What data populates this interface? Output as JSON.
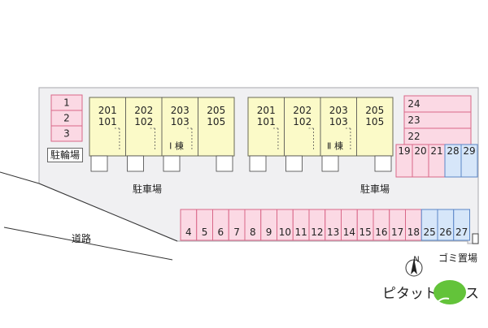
{
  "colors": {
    "lot_fill": "#f0f0f2",
    "lot_stroke": "#b6b6bb",
    "building_fill": "#fbfac8",
    "building_stroke": "#6a6a55",
    "building_line": "#444444",
    "pink_fill": "#fbd9e4",
    "pink_stroke": "#d96788",
    "blue_fill": "#d6e6f9",
    "blue_stroke": "#5b86c7",
    "road_line": "#333333",
    "logo_text": "#1c1c1c",
    "logo_green": "#63c33a"
  },
  "buildings": [
    {
      "name": "I 棟",
      "units": [
        {
          "upper": "201",
          "lower": "101"
        },
        {
          "upper": "202",
          "lower": "102"
        },
        {
          "upper": "203",
          "lower": "103"
        },
        {
          "upper": "205",
          "lower": "105"
        }
      ]
    },
    {
      "name": "Ⅱ 棟",
      "units": [
        {
          "upper": "201",
          "lower": "101"
        },
        {
          "upper": "202",
          "lower": "102"
        },
        {
          "upper": "203",
          "lower": "103"
        },
        {
          "upper": "205",
          "lower": "105"
        }
      ]
    }
  ],
  "bicycle_slots": [
    "1",
    "2",
    "3"
  ],
  "bicycle_label": "駐輪場",
  "parking_label_left": "駐車場",
  "parking_label_right": "駐車場",
  "parking_right_top": [
    "24",
    "23",
    "22"
  ],
  "parking_right_col": [
    {
      "num": "19",
      "color": "pink"
    },
    {
      "num": "20",
      "color": "pink"
    },
    {
      "num": "21",
      "color": "pink"
    },
    {
      "num": "28",
      "color": "blue"
    },
    {
      "num": "29",
      "color": "blue"
    }
  ],
  "parking_bottom_row": [
    {
      "num": "4",
      "color": "pink"
    },
    {
      "num": "5",
      "color": "pink"
    },
    {
      "num": "6",
      "color": "pink"
    },
    {
      "num": "7",
      "color": "pink"
    },
    {
      "num": "8",
      "color": "pink"
    },
    {
      "num": "9",
      "color": "pink"
    },
    {
      "num": "10",
      "color": "pink"
    },
    {
      "num": "11",
      "color": "pink"
    },
    {
      "num": "12",
      "color": "pink"
    },
    {
      "num": "13",
      "color": "pink"
    },
    {
      "num": "14",
      "color": "pink"
    },
    {
      "num": "15",
      "color": "pink"
    },
    {
      "num": "16",
      "color": "pink"
    },
    {
      "num": "17",
      "color": "pink"
    },
    {
      "num": "18",
      "color": "pink"
    },
    {
      "num": "25",
      "color": "blue"
    },
    {
      "num": "26",
      "color": "blue"
    },
    {
      "num": "27",
      "color": "blue"
    }
  ],
  "road_label": "道路",
  "garbage_label": "ゴミ置場",
  "compass_letter": "N",
  "logo_text": "ピタットハウス"
}
